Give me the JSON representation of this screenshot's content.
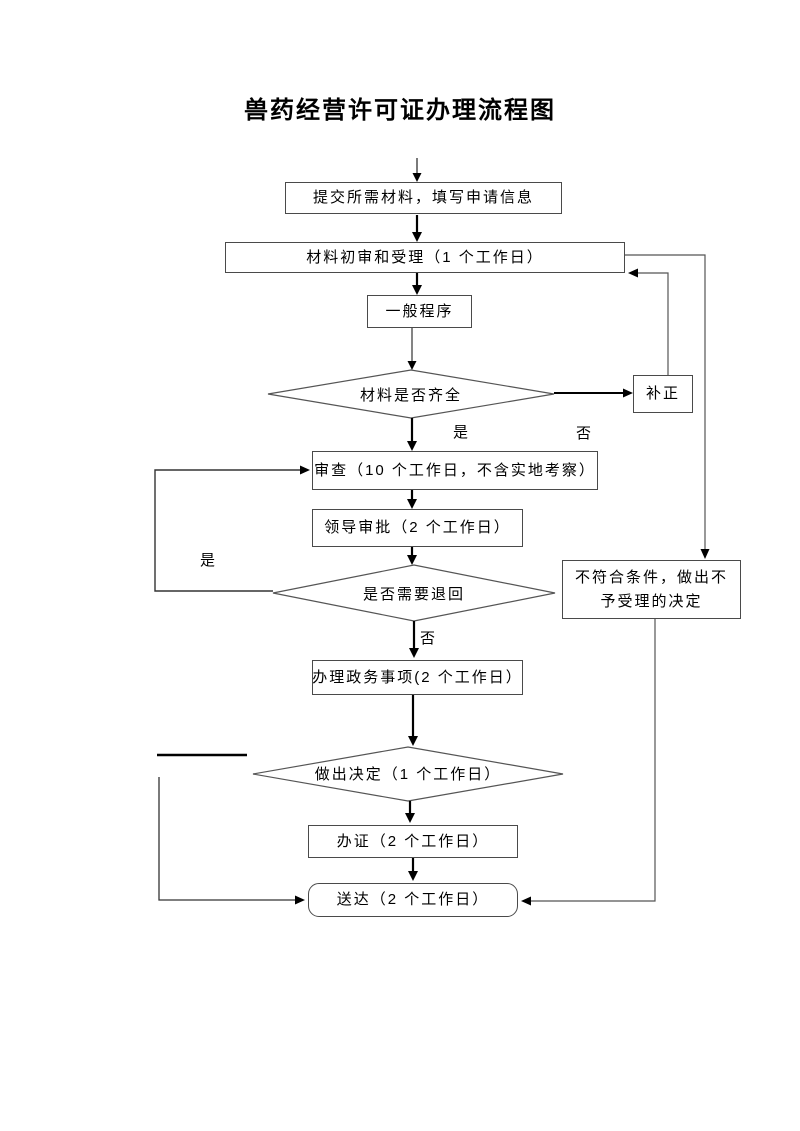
{
  "title": "兽药经营许可证办理流程图",
  "nodes": {
    "submit": {
      "label": "提交所需材料，填写申请信息"
    },
    "initial": {
      "label": "材料初审和受理（1 个工作日）"
    },
    "general": {
      "label": "一般程序"
    },
    "materials_ok": {
      "label": "材料是否齐全"
    },
    "correction": {
      "label": "补正"
    },
    "review": {
      "label": "审查（10 个工作日，不含实地考察）"
    },
    "leader": {
      "label": "领导审批（2 个工作日）"
    },
    "need_return": {
      "label": "是否需要退回"
    },
    "reject": {
      "label": "不符合条件，做出不予受理的决定"
    },
    "govt": {
      "label": "办理政务事项(2 个工作日）"
    },
    "decision": {
      "label": "做出决定（1 个工作日）"
    },
    "certificate": {
      "label": "办证（2 个工作日）"
    },
    "delivery": {
      "label": "送达（2 个工作日）"
    }
  },
  "edge_labels": {
    "yes1": "是",
    "no1": "否",
    "yes2": "是",
    "no2": "否"
  },
  "colors": {
    "line_thin": "#555555",
    "line_thick": "#000000",
    "border": "#4a4a4a",
    "text": "#000000",
    "background": "#ffffff"
  }
}
